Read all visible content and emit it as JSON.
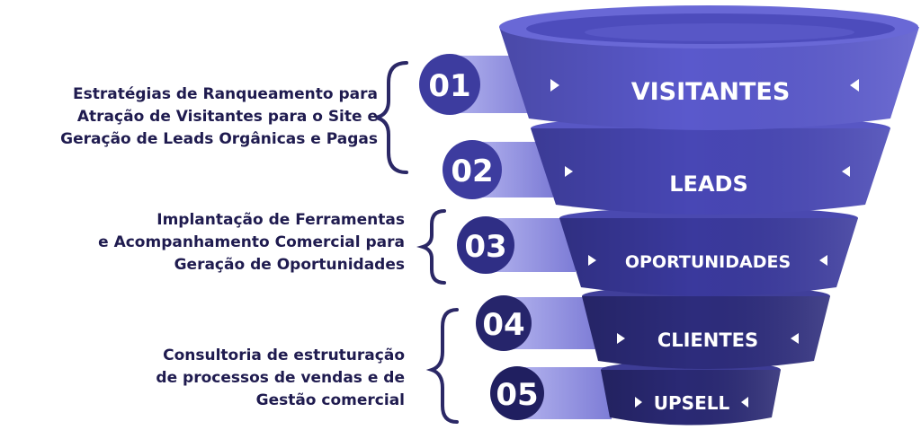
{
  "colors": {
    "text_dark": "#1f1b4f",
    "stage_1": "#5a59cc",
    "stage_2": "#4b4ab9",
    "stage_3": "#3b3a9e",
    "stage_4": "#2c2b7d",
    "stage_5": "#27266f",
    "badge_tab": "#9a9ae0",
    "white": "#ffffff"
  },
  "stages": [
    {
      "number": "01",
      "label": "VISITANTES"
    },
    {
      "number": "02",
      "label": "LEADS"
    },
    {
      "number": "03",
      "label": "OPORTUNIDADES"
    },
    {
      "number": "04",
      "label": "CLIENTES"
    },
    {
      "number": "05",
      "label": "UPSELL"
    }
  ],
  "descriptions": [
    {
      "lines": [
        "Estratégias de Ranqueamento para",
        "Atração de Visitantes para o Site e",
        "Geração de Leads Orgânicas e Pagas"
      ]
    },
    {
      "lines": [
        "Implantação de Ferramentas",
        "e Acompanhamento Comercial para",
        "Geração de Oportunidades"
      ]
    },
    {
      "lines": [
        "Consultoria de estruturação",
        "de processos de vendas e de",
        "Gestão comercial"
      ]
    }
  ]
}
